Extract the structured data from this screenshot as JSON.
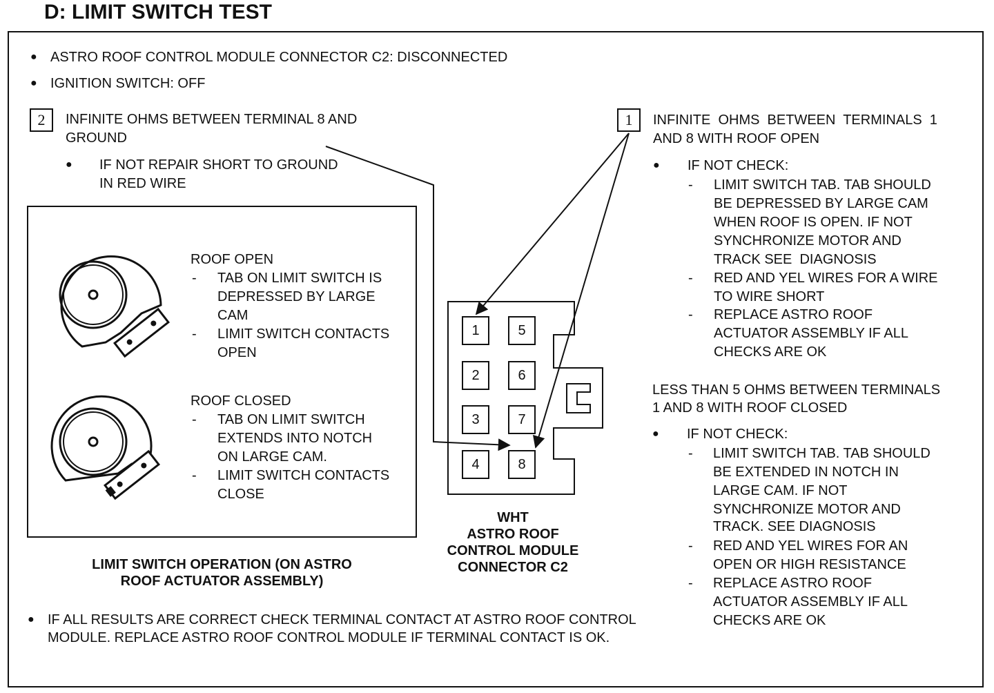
{
  "title": "D: LIMIT SWITCH TEST",
  "conditions": [
    "ASTRO ROOF CONTROL MODULE CONNECTOR C2: DISCONNECTED",
    "IGNITION SWITCH: OFF"
  ],
  "step2": {
    "number": "2",
    "lines": [
      "INFINITE OHMS BETWEEN TERMINAL 8 AND",
      "GROUND"
    ],
    "sub_lines": [
      "IF NOT REPAIR SHORT TO GROUND",
      "IN RED WIRE"
    ]
  },
  "step1": {
    "number": "1",
    "lines": [
      "INFINITE  OHMS  BETWEEN  TERMINALS  1",
      "AND 8 WITH ROOF OPEN"
    ],
    "if_not": "IF NOT CHECK:",
    "checks": [
      [
        "LIMIT SWITCH TAB. TAB SHOULD",
        "BE DEPRESSED BY LARGE CAM",
        "WHEN ROOF IS OPEN. IF NOT",
        "SYNCHRONIZE MOTOR AND",
        "TRACK SEE  DIAGNOSIS"
      ],
      [
        "RED AND YEL WIRES FOR A WIRE",
        "TO WIRE SHORT"
      ],
      [
        "REPLACE ASTRO ROOF",
        "ACTUATOR ASSEMBLY IF ALL",
        "CHECKS ARE OK"
      ]
    ]
  },
  "step1b": {
    "lines": [
      "LESS THAN 5 OHMS BETWEEN TERMINALS",
      "1 AND 8 WITH ROOF CLOSED"
    ],
    "if_not": "IF NOT CHECK:",
    "checks": [
      [
        "LIMIT SWITCH TAB. TAB SHOULD",
        "BE EXTENDED IN NOTCH IN",
        "LARGE CAM. IF NOT",
        "SYNCHRONIZE MOTOR AND",
        "TRACK. SEE DIAGNOSIS"
      ],
      [
        "RED AND YEL WIRES FOR AN",
        "OPEN OR HIGH RESISTANCE"
      ],
      [
        "REPLACE ASTRO ROOF",
        "ACTUATOR ASSEMBLY IF ALL",
        "CHECKS ARE OK"
      ]
    ]
  },
  "roof_open": {
    "heading": "ROOF OPEN",
    "items": [
      [
        "TAB ON LIMIT SWITCH IS",
        "DEPRESSED BY LARGE",
        "CAM"
      ],
      [
        "LIMIT SWITCH CONTACTS",
        "OPEN"
      ]
    ]
  },
  "roof_closed": {
    "heading": "ROOF CLOSED",
    "items": [
      [
        "TAB ON LIMIT SWITCH",
        "EXTENDS INTO NOTCH",
        "ON LARGE CAM."
      ],
      [
        "LIMIT SWITCH CONTACTS",
        "CLOSE"
      ]
    ]
  },
  "operation_caption": [
    "LIMIT SWITCH OPERATION (ON ASTRO",
    "ROOF ACTUATOR ASSEMBLY)"
  ],
  "connector": {
    "pins": [
      "1",
      "5",
      "2",
      "6",
      "3",
      "7",
      "4",
      "8"
    ],
    "caption": [
      "WHT",
      "ASTRO ROOF",
      "CONTROL MODULE",
      "CONNECTOR C2"
    ]
  },
  "footer_lines": [
    "IF ALL RESULTS ARE CORRECT CHECK TERMINAL CONTACT AT ASTRO ROOF CONTROL",
    "MODULE. REPLACE ASTRO ROOF CONTROL MODULE IF TERMINAL CONTACT IS OK."
  ],
  "symbols": {
    "bullet": "●",
    "dash": "-"
  }
}
